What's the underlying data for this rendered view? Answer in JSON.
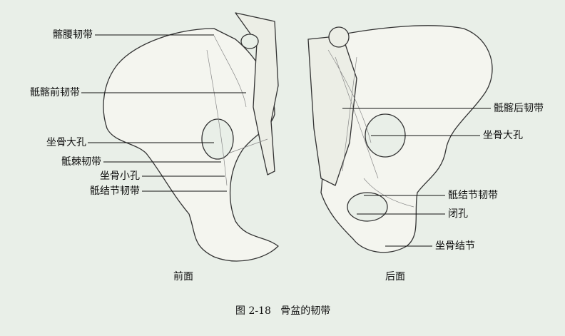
{
  "anterior": {
    "view_label": "前面",
    "labels": [
      "髂腰韧带",
      "骶髂前韧带",
      "坐骨大孔",
      "骶棘韧带",
      "坐骨小孔",
      "骶结节韧带"
    ]
  },
  "posterior": {
    "view_label": "后面",
    "labels": [
      "骶髂后韧带",
      "坐骨大孔",
      "骶结节韧带",
      "闭孔",
      "坐骨结节"
    ]
  },
  "caption": {
    "number": "图 2-18",
    "title": "骨盆的韧带"
  },
  "colors": {
    "background": "#e9efe8",
    "bone": "#f4f5ef",
    "ink": "#222222"
  }
}
